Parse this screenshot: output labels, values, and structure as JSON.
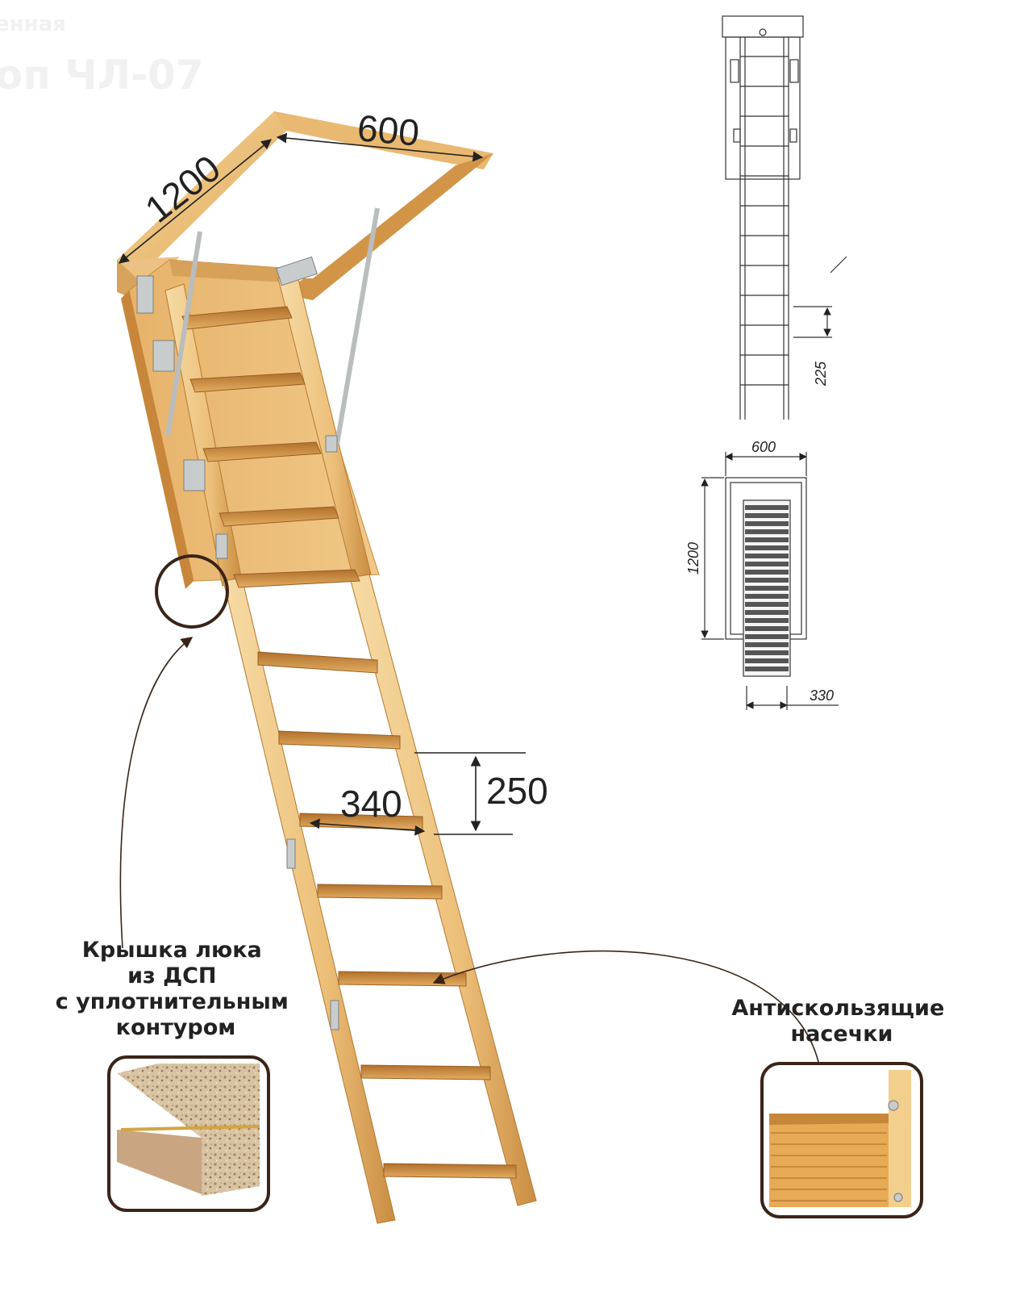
{
  "header": {
    "faded_line1": "енная",
    "faded_line2": "оп ЧЛ-07"
  },
  "dimensions": {
    "hatch_length": "1200",
    "hatch_width": "600",
    "step_width": "340",
    "step_spacing": "250"
  },
  "drawing_side": {
    "step_spacing": "225"
  },
  "drawing_top": {
    "width": "600",
    "length": "1200",
    "ladder_width": "330"
  },
  "callouts": {
    "left_title_lines": [
      "Крышка люка",
      "из ДСП",
      "с уплотнительным",
      "контуром"
    ],
    "right_title_lines": [
      "Антискользящие",
      "насечки"
    ]
  },
  "colors": {
    "wood_light": "#f2cf8c",
    "wood_mid": "#e2a55a",
    "wood_dark": "#b9782f",
    "metal": "#b9bdbd",
    "callout_border": "#3a2418",
    "chipboard": "#c9a582"
  }
}
